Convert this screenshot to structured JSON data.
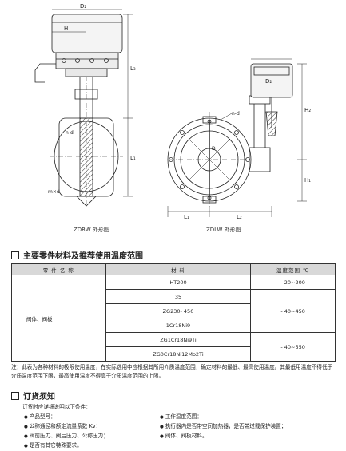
{
  "drawings": {
    "left": {
      "caption": "ZDRW 外形图",
      "labels": {
        "D2": "D₂",
        "H": "H",
        "L3": "L₃",
        "L1": "L₁",
        "mxd": "m×d",
        "nd": "n-d"
      }
    },
    "right": {
      "caption": "ZDLW 外形图",
      "labels": {
        "D2": "D₂",
        "nd": "n-d",
        "H2": "H₂",
        "H1": "H₁",
        "L1": "L₁",
        "L2": "L₂",
        "D1": "D"
      }
    }
  },
  "materials_section": {
    "title": "主要零件材料及推荐使用温度范围",
    "headers": [
      "零 件 名 称",
      "材 料",
      "温度范围 ℃"
    ],
    "part_name": "阀体、阀板",
    "rows": [
      {
        "material": "HT200",
        "temp": "- 20~200"
      },
      {
        "material": "35",
        "temp": ""
      },
      {
        "material": "ZG230- 450",
        "temp": "- 40~450"
      },
      {
        "material": "1Cr18Ni9",
        "temp": ""
      },
      {
        "material": "ZG1Cr18Ni9Ti",
        "temp": ""
      },
      {
        "material": "ZG0Cr18Ni12Mo2Ti",
        "temp": "- 40~550"
      }
    ],
    "note": "注：此表为各种材料的极限使用温度，在实际选用中应根据其所用介质温度范围，确定材料的最低、最高使用温度。其最低用温度不得低于介质温度范围下限，最高使用温度不得高于介质温度范围的上限。"
  },
  "order_section": {
    "title": "订货须知",
    "intro": "订货时应详细说明以下条件：",
    "left_items": [
      "产品型号：",
      "公称通径和额定流量系数 Kv；",
      "阀前压力、阀后压力、公称压力；",
      "是否有其它特殊要求。"
    ],
    "right_items": [
      "工作温度范围：",
      "执行器内是否带空间加热器，是否带过载保护装置；",
      "阀体、阀板材料。"
    ]
  }
}
